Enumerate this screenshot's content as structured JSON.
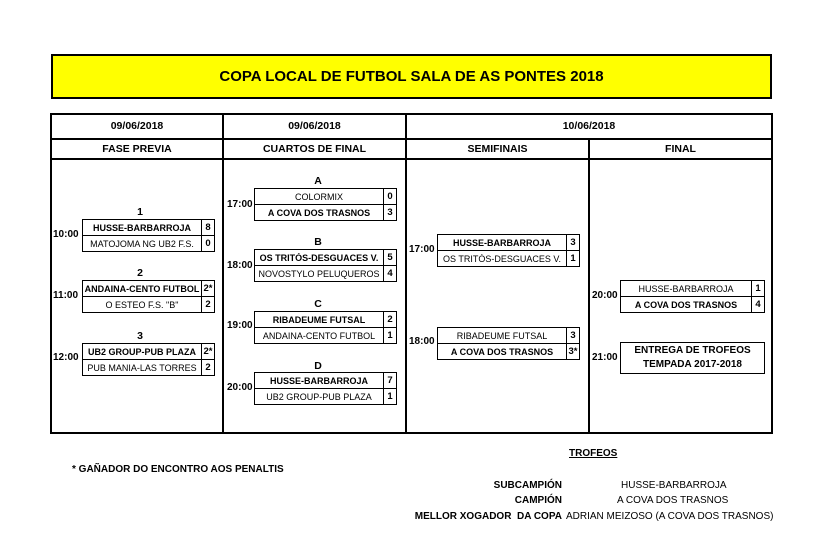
{
  "title": "COPA LOCAL DE FUTBOL SALA DE AS PONTES 2018",
  "columns": [
    {
      "date": "09/06/2018",
      "phase": "FASE PREVIA"
    },
    {
      "date": "09/06/2018",
      "phase": "CUARTOS DE FINAL"
    },
    {
      "date": "10/06/2018",
      "phase_semis": "SEMIFINAIS",
      "phase_final": "FINAL"
    }
  ],
  "fase_previa": [
    {
      "label": "1",
      "time": "10:00",
      "team1": "HUSSE-BARBARROJA",
      "score1": "8",
      "team2": "MATOJOMA NG UB2 F.S.",
      "score2": "0"
    },
    {
      "label": "2",
      "time": "11:00",
      "team1": "ANDAINA-CENTO FUTBOL",
      "score1": "2*",
      "team2": "O ESTEO F.S. \"B\"",
      "score2": "2"
    },
    {
      "label": "3",
      "time": "12:00",
      "team1": "UB2 GROUP-PUB PLAZA",
      "score1": "2*",
      "team2": "PUB MANIA-LAS TORRES",
      "score2": "2"
    }
  ],
  "cuartos": [
    {
      "label": "A",
      "time": "17:00",
      "team1": "COLORMIX",
      "score1": "0",
      "team2": "A COVA DOS TRASNOS",
      "score2": "3"
    },
    {
      "label": "B",
      "time": "18:00",
      "team1": "OS TRITÓS-DESGUACES V.",
      "score1": "5",
      "team2": "NOVOSTYLO PELUQUEROS",
      "score2": "4"
    },
    {
      "label": "C",
      "time": "19:00",
      "team1": "RIBADEUME FUTSAL",
      "score1": "2",
      "team2": "ANDAINA-CENTO FUTBOL",
      "score2": "1"
    },
    {
      "label": "D",
      "time": "20:00",
      "team1": "HUSSE-BARBARROJA",
      "score1": "7",
      "team2": "UB2 GROUP-PUB PLAZA",
      "score2": "1"
    }
  ],
  "semis": [
    {
      "time": "17:00",
      "team1": "HUSSE-BARBARROJA",
      "score1": "3",
      "team2": "OS TRITÓS-DESGUACES V.",
      "score2": "1"
    },
    {
      "time": "18:00",
      "team1": "RIBADEUME FUTSAL",
      "score1": "3",
      "team2": "A COVA DOS TRASNOS",
      "score2": "3*"
    }
  ],
  "final": {
    "time": "20:00",
    "team1": "HUSSE-BARBARROJA",
    "score1": "1",
    "team2": "A COVA DOS TRASNOS",
    "score2": "4"
  },
  "ceremony": {
    "time": "21:00",
    "line1": "ENTREGA DE TROFEOS",
    "line2": "TEMPADA 2017-2018"
  },
  "note": "* GAÑADOR DO ENCONTRO AOS PENALTIS",
  "trofeos": {
    "heading": "TROFEOS",
    "items": [
      {
        "label": "SUBCAMPIÓN",
        "value": "HUSSE-BARBARROJA"
      },
      {
        "label": "CAMPIÓN",
        "value": "A COVA DOS TRASNOS"
      },
      {
        "label": "MELLOR XOGADOR  DA COPA",
        "value": "ADRIAN MEIZOSO (A COVA DOS TRASNOS)"
      }
    ]
  }
}
